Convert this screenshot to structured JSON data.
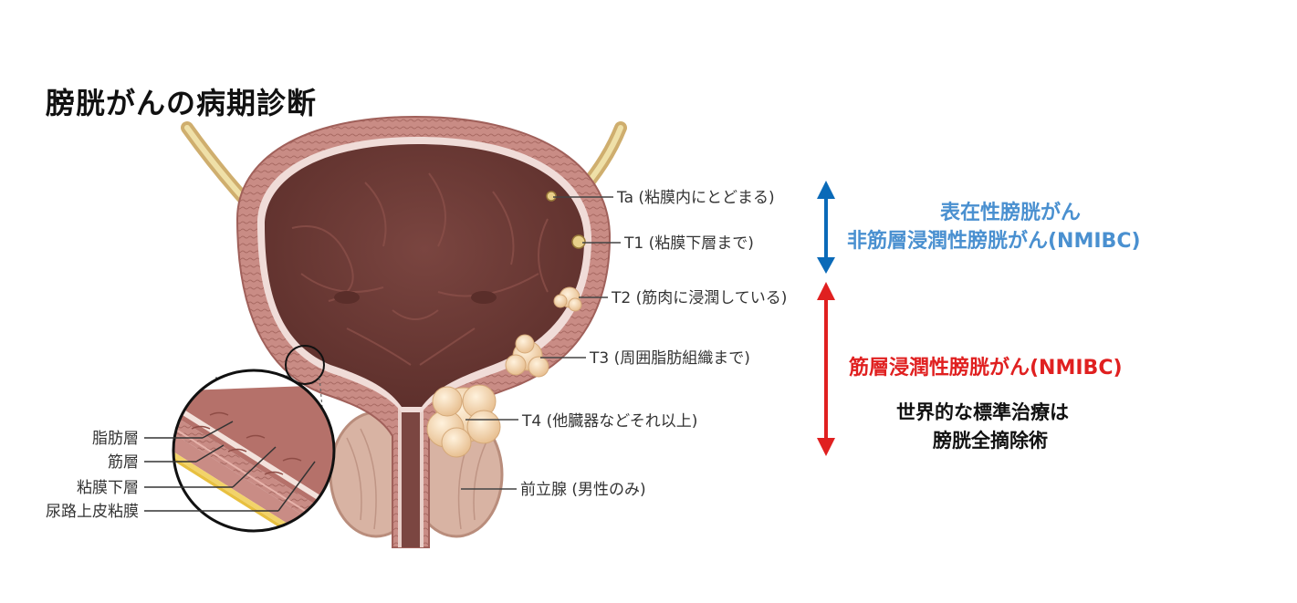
{
  "title": "膀胱がんの病期診断",
  "stages": {
    "ta": "Ta (粘膜内にとどまる)",
    "t1": "T1 (粘膜下層まで)",
    "t2": "T2 (筋肉に浸潤している)",
    "t3": "T3 (周囲脂肪組織まで)",
    "t4": "T4 (他臓器などそれ以上)",
    "prostate": "前立腺 (男性のみ)"
  },
  "layers": {
    "fat": "脂肪層",
    "muscle": "筋層",
    "submucosa": "粘膜下層",
    "urothelium": "尿路上皮粘膜"
  },
  "nmibc": {
    "line1": "表在性膀胱がん",
    "line2": "非筋層浸潤性膀胱がん(NMIBC)"
  },
  "mibc": {
    "label": "筋層浸潤性膀胱がん(NMIBC)",
    "treatment_line1": "世界的な標準治療は",
    "treatment_line2": "膀胱全摘除術"
  },
  "colors": {
    "blue_arrow": "#0a6ab8",
    "blue_text": "#4a90d0",
    "red": "#e02020",
    "bladder_inner": "#6e3a35",
    "bladder_wall": "#b97b74",
    "tumor": "#f0d0a8"
  }
}
